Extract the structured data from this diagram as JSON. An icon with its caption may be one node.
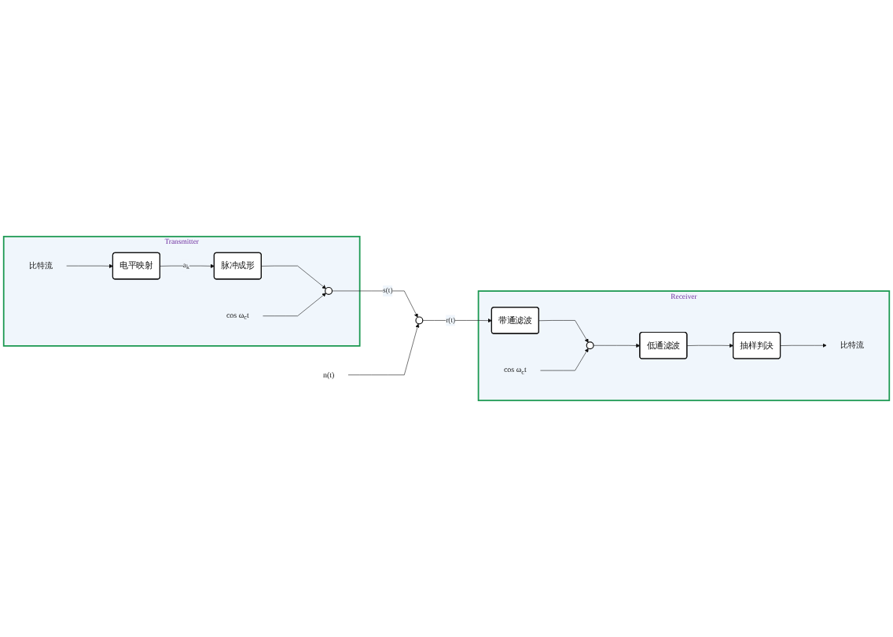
{
  "diagram": {
    "nodes": [
      {
        "text": [
          "Transmitter"
        ]
      },
      {
        "text": [
          "比特流"
        ],
        "in": 0
      },
      {
        "text": [
          "电平映射"
        ],
        "in": 0
      },
      {
        "text": [
          "脉冲成形"
        ],
        "in": 0
      },
      {
        "text": [],
        "shape": "circle",
        "in": 0
      },
      {
        "text": [
          "cos ω$_{c}$t"
        ],
        "in": 0
      },
      {
        "text": [],
        "shape": "circle"
      },
      {
        "text": [
          "n(t)"
        ]
      },
      {
        "text": [
          "Receiver"
        ]
      },
      {
        "text": [
          "带通滤波"
        ],
        "in": 8
      },
      {
        "text": [],
        "shape": "circle",
        "in": 8
      },
      {
        "text": [
          "cos ω$_{c}$t"
        ],
        "in": 8
      },
      {
        "text": [
          "低通滤波"
        ],
        "in": 8
      },
      {
        "text": [
          "抽样判决"
        ],
        "in": 8
      },
      {
        "text": [
          "比特流"
        ],
        "in": 8
      }
    ],
    "edges": [
      {
        "from": 1,
        "to": 2,
        "arrow": "to"
      },
      {
        "from": 2,
        "to": 3,
        "arrow": "to",
        "label": "a$_{k}$"
      },
      {
        "from": 3,
        "to": 4,
        "arrow": "to"
      },
      {
        "from": 5,
        "to": 4,
        "arrow": "to"
      },
      {
        "from": 4,
        "to": 6,
        "arrow": "to",
        "label": "s(t)"
      },
      {
        "from": 7,
        "to": 6,
        "arrow": "to"
      },
      {
        "from": 6,
        "to": 9,
        "arrow": "to",
        "label": "r(t)"
      },
      {
        "from": 9,
        "to": 10,
        "arrow": "to"
      },
      {
        "from": 11,
        "to": 10,
        "arrow": "to"
      },
      {
        "from": 10,
        "to": 12,
        "arrow": "to"
      },
      {
        "from": 12,
        "to": 13,
        "arrow": "to"
      },
      {
        "from": 13,
        "to": 14,
        "arrow": "to"
      }
    ]
  }
}
